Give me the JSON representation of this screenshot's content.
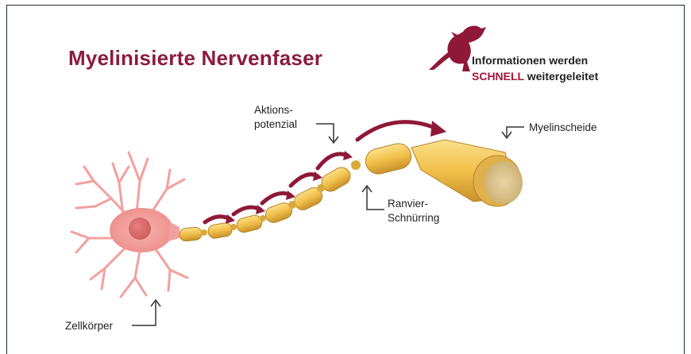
{
  "title": "Myelinisierte Nervenfaser",
  "tagline": {
    "line1": "Informationen werden",
    "highlight": "SCHNELL",
    "line2_rest": " weitergeleitet"
  },
  "labels": {
    "aktionspotenzial_1": "Aktions-",
    "aktionspotenzial_2": "potenzial",
    "ranvier_1": "Ranvier-",
    "ranvier_2": "Schnürring",
    "myelinscheide": "Myelinscheide",
    "zellkoerper": "Zellkörper"
  },
  "icons": {
    "logo": "kangaroo-icon"
  },
  "colors": {
    "title": "#8b1c3d",
    "accent": "#a3163a",
    "arrow": "#8f1838",
    "myelin": "#f0c44f",
    "neuron": "#f09a98"
  }
}
